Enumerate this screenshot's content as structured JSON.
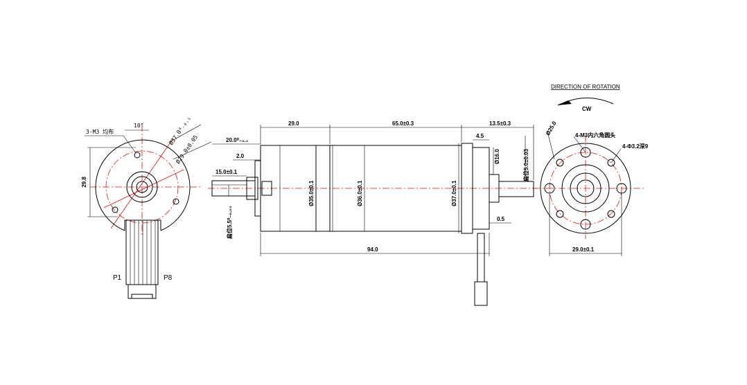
{
  "colors": {
    "line": "#000000",
    "centerline": "#e01010",
    "background": "#ffffff"
  },
  "left_view": {
    "angle_label": "10°",
    "holes_label": "3-M3 均布",
    "height_label": "29.8",
    "outer_dia_label": "Ø37.0⁰₋₀.₁",
    "pcd_label": "Ø29.0±0.05",
    "pin1_label": "P1",
    "pin8_label": "P8"
  },
  "side_view": {
    "shaft_len_label": "20.0⁰₋₀.₁",
    "step_label": "2.0",
    "flat_len_label": "15.0±0.1",
    "flat_label": "扁位5.5⁰₋₀.₀₃",
    "seg1_label": "29.0",
    "seg2_label": "65.0±0.3",
    "seg3_label": "13.5±0.3",
    "small_step_label": "4.5",
    "dia_a_label": "Ø35.0±0.1",
    "dia_b_label": "Ø36.0±0.1",
    "dia_c_label": "Ø37.0±0.1",
    "shoulder_label": "Ø16.0",
    "rear_flat_label": "扁位5.0±0.03",
    "gap_label": "0.5",
    "total_label": "94.0"
  },
  "right_view": {
    "title": "DIRECTION OF ROTATION",
    "rotation_label": "CW",
    "pcd_label": "Ø25.0",
    "hex_holes_label": "4-M3内六角圆头",
    "holes_label": "4-Φ3.2深9",
    "width_label": "29.0±0.1"
  }
}
